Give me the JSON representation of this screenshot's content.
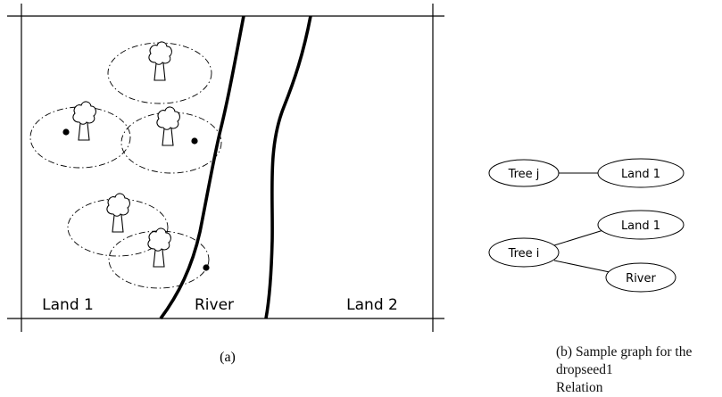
{
  "panel_a": {
    "labels": {
      "land1": "Land 1",
      "river": "River",
      "land2": "Land 2"
    },
    "caption": "(a)"
  },
  "panel_b": {
    "nodes": {
      "tree_j": "Tree j",
      "land1_top": "Land 1",
      "land1_mid": "Land 1",
      "tree_i": "Tree i",
      "river": "River"
    },
    "caption_line1": "(b)  Sample graph for the dropseed1",
    "caption_line2": "Relation"
  }
}
